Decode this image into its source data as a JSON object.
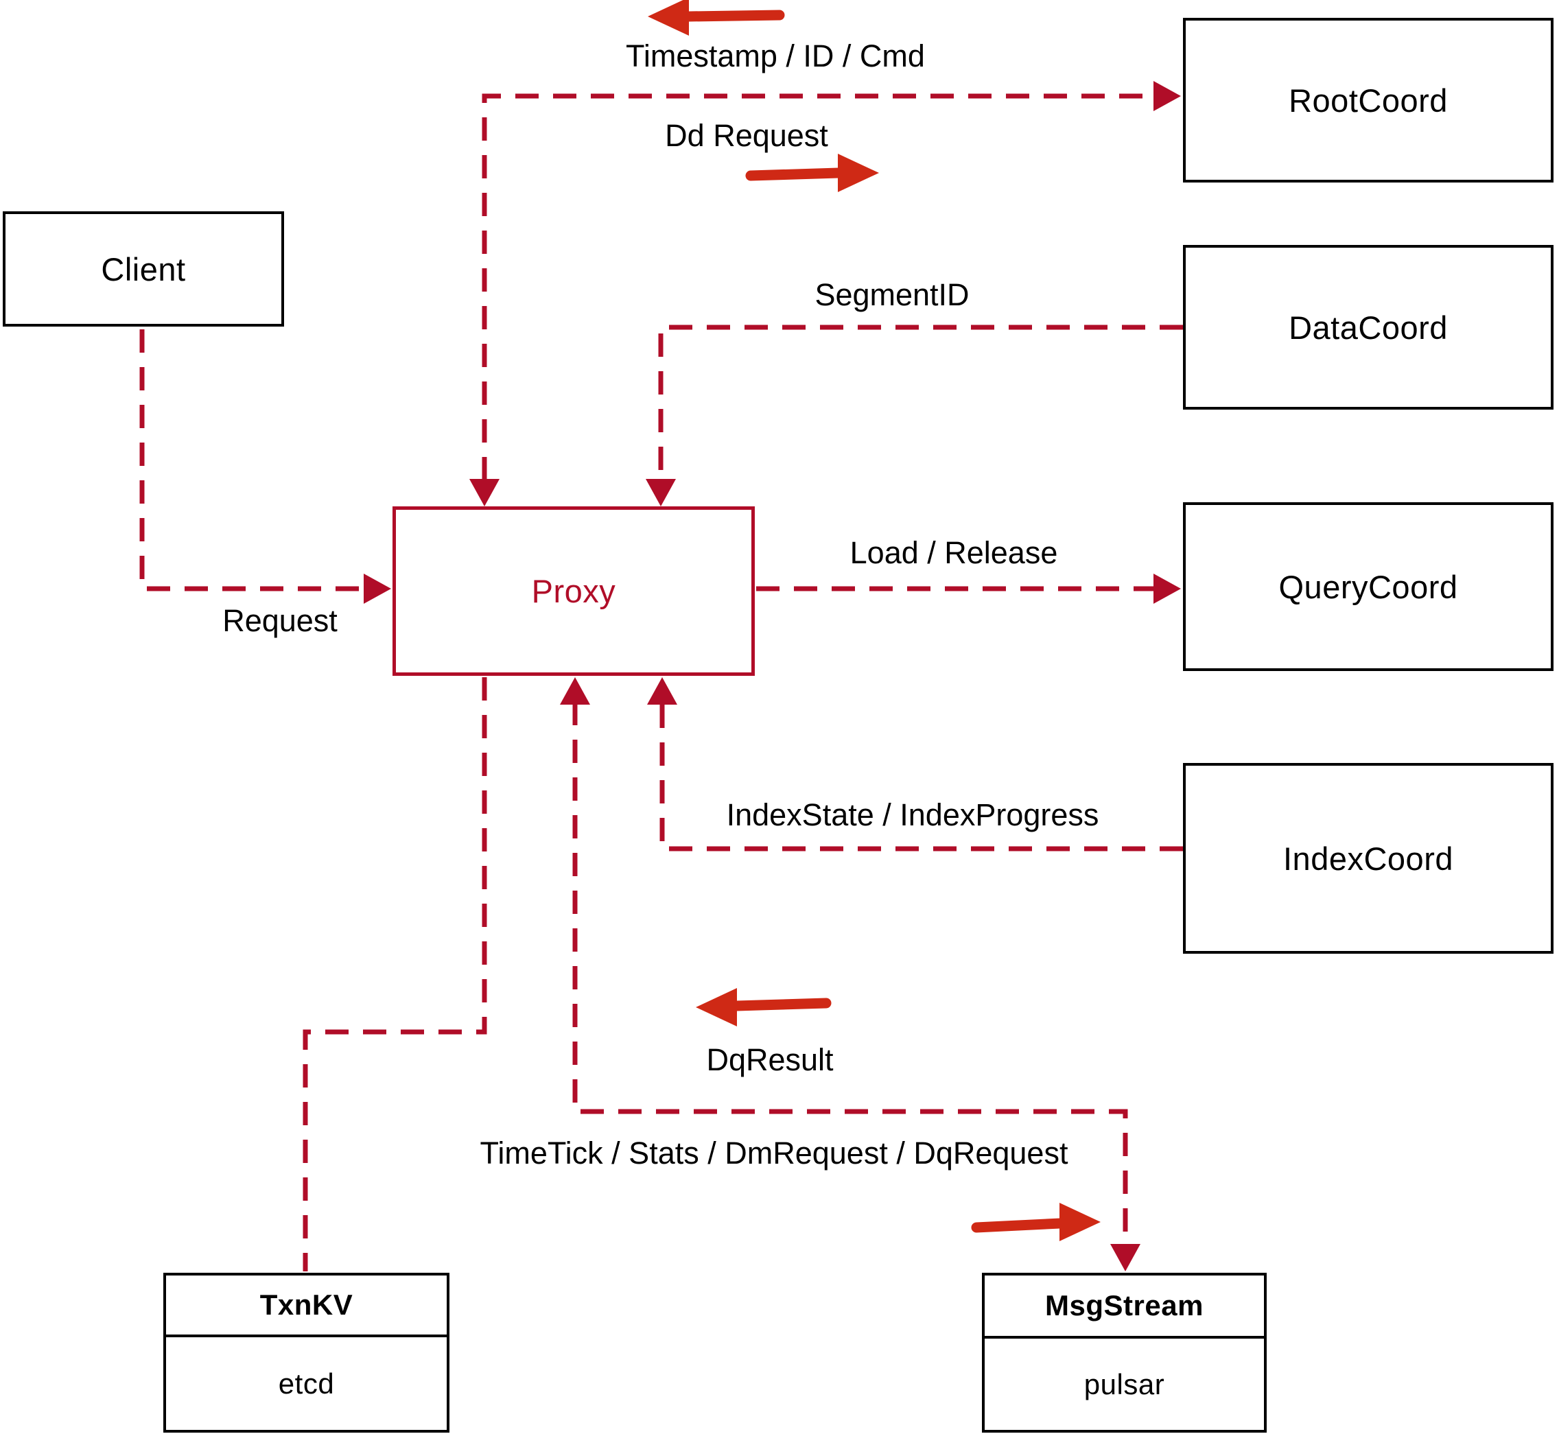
{
  "colors": {
    "background": "#ffffff",
    "connector": "#b00d28",
    "solid_arrow": "#cf2915",
    "box_border": "#000000",
    "proxy_accent": "#b00d28",
    "text": "#000000"
  },
  "nodes": {
    "client": {
      "label": "Client"
    },
    "proxy": {
      "label": "Proxy"
    },
    "rootcoord": {
      "label": "RootCoord"
    },
    "datacoord": {
      "label": "DataCoord"
    },
    "querycoord": {
      "label": "QueryCoord"
    },
    "indexcoord": {
      "label": "IndexCoord"
    },
    "txnkv": {
      "title": "TxnKV",
      "subtitle": "etcd"
    },
    "msgstream": {
      "title": "MsgStream",
      "subtitle": "pulsar"
    }
  },
  "edge_labels": {
    "timestamp_id_cmd": "Timestamp / ID / Cmd",
    "dd_request": "Dd Request",
    "segment_id": "SegmentID",
    "load_release": "Load / Release",
    "request": "Request",
    "index_state": "IndexState / IndexProgress",
    "dq_result": "DqResult",
    "timetick": "TimeTick / Stats / DmRequest / DqRequest"
  }
}
